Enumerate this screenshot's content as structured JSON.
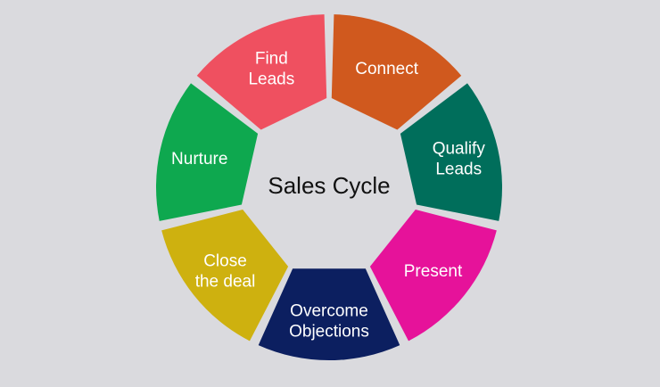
{
  "diagram": {
    "center_title": "Sales Cycle",
    "background_color": "#dadade",
    "segments": [
      {
        "lines": [
          "Connect"
        ],
        "color": "#d0591e"
      },
      {
        "lines": [
          "Qualify",
          "Leads"
        ],
        "color": "#006e5b"
      },
      {
        "lines": [
          "Present"
        ],
        "color": "#e6129a"
      },
      {
        "lines": [
          "Overcome",
          "Objections"
        ],
        "color": "#0c1f60"
      },
      {
        "lines": [
          "Close",
          "the deal"
        ],
        "color": "#ceb10f"
      },
      {
        "lines": [
          "Nurture"
        ],
        "color": "#0ea84f"
      },
      {
        "lines": [
          "Find",
          "Leads"
        ],
        "color": "#ef5060"
      }
    ]
  }
}
